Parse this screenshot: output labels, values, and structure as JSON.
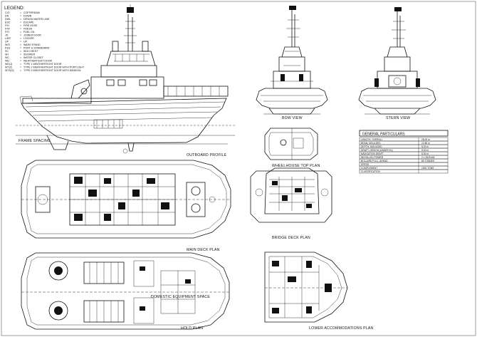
{
  "legend": {
    "title": "LEGEND:",
    "entries": [
      {
        "code": "C/O",
        "desc": "COFFERDAM"
      },
      {
        "code": "DN",
        "desc": "DOWN"
      },
      {
        "code": "DWL",
        "desc": "DESIGN WATER LINE"
      },
      {
        "code": "ESC",
        "desc": "ESCAPE"
      },
      {
        "code": "F/H",
        "desc": "FIRE HOSE"
      },
      {
        "code": "F/W",
        "desc": "FRESH"
      },
      {
        "code": "F/O",
        "desc": "FUEL OIL"
      },
      {
        "code": "JD",
        "desc": "JOINER DOOR"
      },
      {
        "code": "L/ER",
        "desc": "LOCKER"
      },
      {
        "code": "UP",
        "desc": "UP"
      },
      {
        "code": "W/S",
        "desc": "WASH STAND"
      },
      {
        "code": "P&S",
        "desc": "PORT & STARBOARD"
      },
      {
        "code": "SC",
        "desc": "SEA CHEST"
      },
      {
        "code": "SH",
        "desc": "SHOWER"
      },
      {
        "code": "WC",
        "desc": "WATER CLOSET"
      },
      {
        "code": "WD",
        "desc": "WEATHERTIGHT DOOR"
      },
      {
        "code": "WD(1)",
        "desc": "TYPE 1 WEATHERTIGHT DOOR"
      },
      {
        "code": "WT(2)",
        "desc": "TYPE 2 WEATHERTIGHT DOOR WITH PORTLIGHT"
      },
      {
        "code": "WTD(3)",
        "desc": "TYPE 3 WEATHERTIGHT DOOR WITH WINDOW"
      }
    ]
  },
  "views": {
    "outboard_profile": "OUTBOARD PROFILE",
    "bow_view": "BOW VIEW",
    "stern_view": "STERN VIEW",
    "wheelhouse_top_plan": "WHEELHOUSE TOP PLAN",
    "bridge_deck_plan": "BRIDGE DECK PLAN",
    "main_deck_plan": "MAIN DECK PLAN",
    "hold_plan": "HOLD PLAN",
    "lower_accommodations_plan": "LOWER ACCOMMODATIONS PLAN",
    "domestic_space": "DOMESTIC EQUIPMENT SPACE"
  },
  "general_particulars": {
    "title": "GENERAL PARTICULARS",
    "rows": [
      {
        "label": "LENGTH, OVERALL",
        "value": "28.00 m"
      },
      {
        "label": "BEAM, MOULDED",
        "value": "12.80 m"
      },
      {
        "label": "DEPTH, MOULDED",
        "value": "5.20 m"
      },
      {
        "label": "DRAFT, DESIGN (UNDER KL)",
        "value": "5.00 m"
      },
      {
        "label": "NAVIGATION DRAFT",
        "value": "5.30 m"
      },
      {
        "label": "INSTALLED POWER",
        "value": "2 x 2525 kW"
      },
      {
        "label": "BOLLARD PULL, AHEAD",
        "value": "80 TONNES"
      },
      {
        "label": "SPEED",
        "value": ""
      },
      {
        "label": "COMPLEMENT",
        "value": "1000 TONS"
      },
      {
        "label": "CLASSIFICATION",
        "value": ""
      }
    ]
  }
}
